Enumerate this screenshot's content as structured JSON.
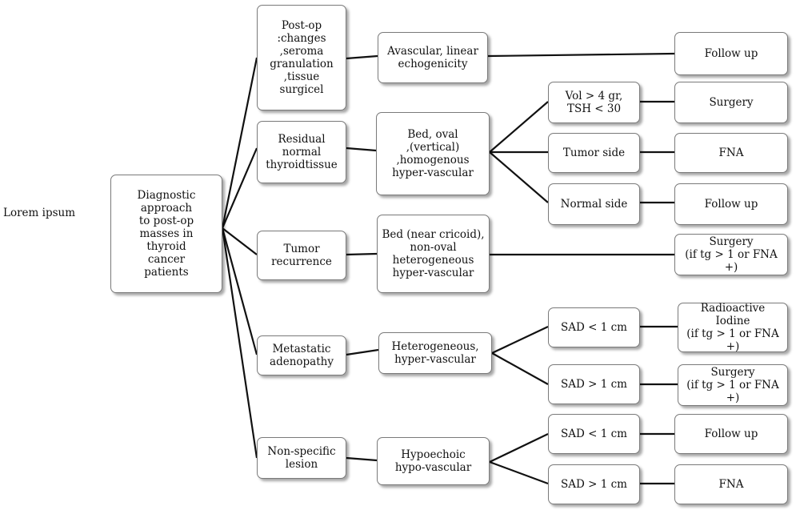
{
  "side_label": "Lorem ipsum",
  "root": "Diagnostic\napproach\nto post-op\nmasses in\nthyroid\ncancer\npatients",
  "categories": {
    "postop": "Post-op\n:changes\n,seroma\ngranulation\n,tissue\nsurgicel",
    "residual": "Residual\nnormal\nthyroidtissue",
    "tumor": "Tumor\nrecurrence",
    "metastatic": "Metastatic\nadenopathy",
    "nonspecific": "Non-specific\nlesion"
  },
  "findings": {
    "postop": "Avascular, linear\nechogenicity",
    "residual": "Bed, oval\n,(vertical)\n,homogenous\nhyper-vascular",
    "tumor": "Bed (near cricoid),\nnon-oval\nheterogeneous\nhyper-vascular",
    "metastatic": "Heterogeneous,\nhyper-vascular",
    "nonspecific": "Hypoechoic\nhypo-vascular"
  },
  "criteria": {
    "vol": "Vol > 4 gr,\nTSH < 30",
    "tumor_side": "Tumor side",
    "normal_side": "Normal side",
    "sad_lt_1_meta": "SAD < 1 cm",
    "sad_gt_1_meta": "SAD > 1 cm",
    "sad_lt_1_ns": "SAD < 1 cm",
    "sad_gt_1_ns": "SAD > 1 cm"
  },
  "outcomes": {
    "followup_postop": "Follow up",
    "surgery_vol": "Surgery",
    "fna_tumor": "FNA",
    "followup_normal": "Follow up",
    "surgery_tumor": "Surgery\n(if tg > 1 or FNA +)",
    "radioactive": "Radioactive\nIodine\n(if tg > 1 or FNA +)",
    "surgery_meta": "Surgery\n(if tg > 1 or FNA +)",
    "followup_ns": "Follow up",
    "fna_ns": "FNA"
  }
}
